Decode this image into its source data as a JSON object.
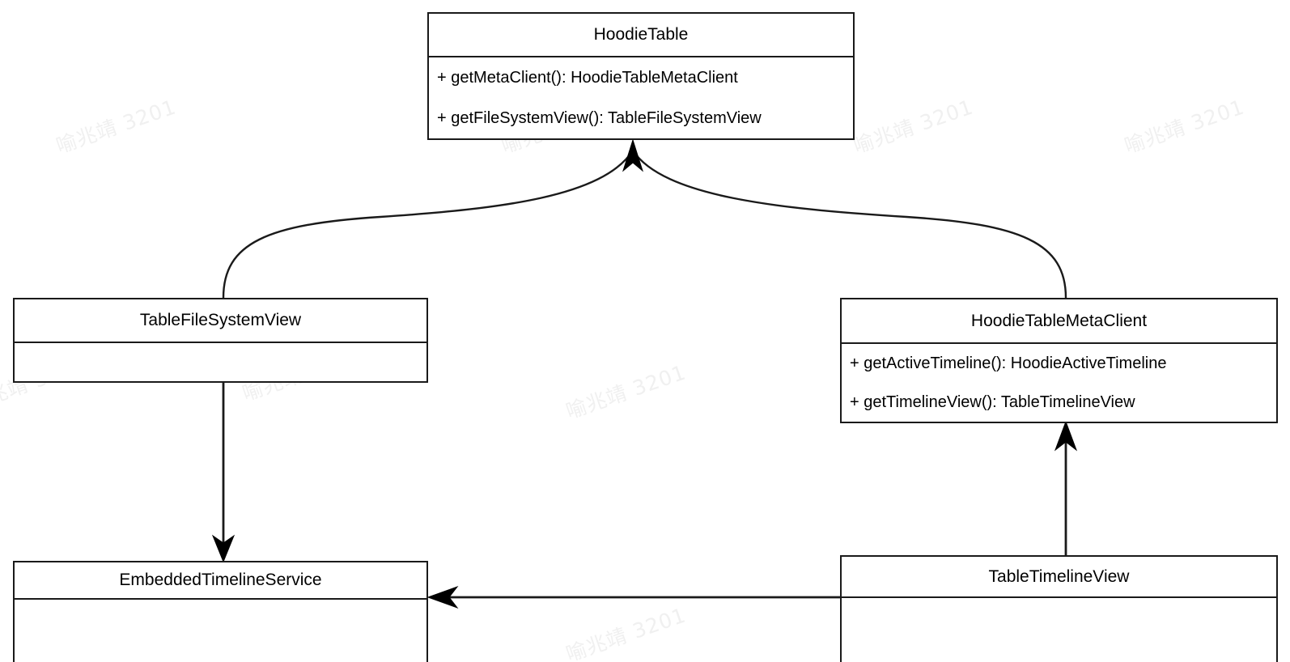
{
  "diagram": {
    "type": "uml-class-diagram",
    "background_color": "#ffffff",
    "line_color": "#1a1a1a",
    "text_color": "#000000",
    "watermark": {
      "text": "喻兆靖 3201",
      "color": "#f0f0f0"
    }
  },
  "classes": [
    {
      "id": "hoodietable",
      "name": "HoodieTable",
      "members": [
        "+ getMetaClient(): HoodieTableMetaClient",
        "+ getFileSystemView(): TableFileSystemView"
      ]
    },
    {
      "id": "tablefilesystemview",
      "name": "TableFileSystemView",
      "members": []
    },
    {
      "id": "hoodietablemetaclient",
      "name": "HoodieTableMetaClient",
      "members": [
        "+ getActiveTimeline(): HoodieActiveTimeline",
        "+ getTimelineView(): TableTimelineView"
      ]
    },
    {
      "id": "embeddedtimelineservice",
      "name": "EmbeddedTimelineService",
      "members": []
    },
    {
      "id": "tabletimelineview",
      "name": "TableTimelineView",
      "members": []
    }
  ],
  "relations": [
    {
      "from": "tablefilesystemview",
      "to": "hoodietable",
      "style": "curved",
      "arrow": "filled-triangle"
    },
    {
      "from": "hoodietablemetaclient",
      "to": "hoodietable",
      "style": "curved",
      "arrow": "filled-triangle"
    },
    {
      "from": "tablefilesystemview",
      "to": "embeddedtimelineservice",
      "style": "straight",
      "arrow": "filled-triangle"
    },
    {
      "from": "tabletimelineview",
      "to": "hoodietablemetaclient",
      "style": "straight",
      "arrow": "filled-triangle"
    },
    {
      "from": "tabletimelineview",
      "to": "embeddedtimelineservice",
      "style": "straight",
      "arrow": "filled-triangle"
    }
  ]
}
